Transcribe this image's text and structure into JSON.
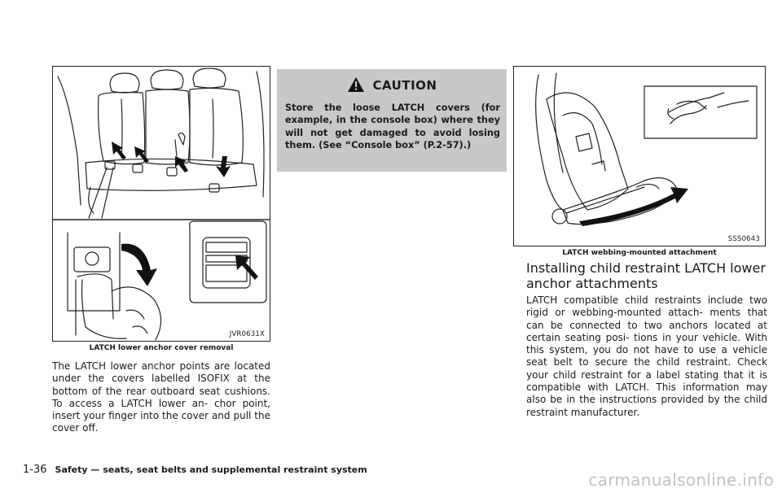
{
  "figures": {
    "left": {
      "code": "JVR0631X",
      "caption": "LATCH lower anchor cover removal"
    },
    "right": {
      "code": "SSS0643",
      "caption": "LATCH webbing-mounted attachment"
    }
  },
  "left_body": "The LATCH lower anchor points are located under the covers labelled ISOFIX at the bottom of the rear outboard seat cushions. To access a LATCH lower an- chor point, insert your finger into the cover and pull the cover off.",
  "caution": {
    "icon": "warning-triangle-icon",
    "title": "CAUTION",
    "text": "Store the loose LATCH covers (for example, in the console box) where they will not get damaged to avoid losing them. (See “Console box” (P.2-57).)"
  },
  "section": {
    "heading": "Installing child restraint LATCH lower anchor attachments",
    "body": "LATCH compatible child restraints include two rigid or webbing-mounted attach- ments that can be connected to two anchors located at certain seating posi- tions in your vehicle. With this system, you do not have to use a vehicle seat belt to secure the child restraint. Check your child restraint for a label stating that it is compatible with LATCH. This information may also be in the instructions provided by the child restraint manufacturer."
  },
  "footer": {
    "page_number": "1-36",
    "section_title": "Safety — seats, seat belts and supplemental restraint system"
  },
  "watermark": "carmanualsonline.info"
}
